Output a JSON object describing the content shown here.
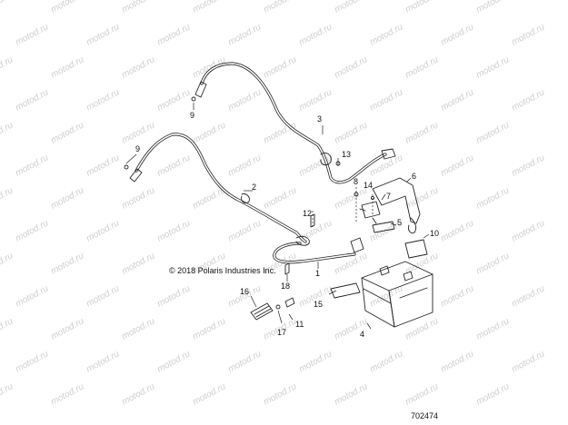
{
  "watermark": {
    "text": "motod.ru"
  },
  "copyright": "© 2018 Polaris Industries Inc.",
  "figure_id": "702474",
  "callouts": {
    "c1": "1",
    "c2": "2",
    "c3": "3",
    "c4": "4",
    "c5": "5",
    "c6": "6",
    "c7": "7",
    "c8": "8",
    "c9a": "9",
    "c9b": "9",
    "c10": "10",
    "c11": "11",
    "c12": "12",
    "c13": "13",
    "c14": "14",
    "c15": "15",
    "c16": "16",
    "c17": "17",
    "c18": "18"
  }
}
